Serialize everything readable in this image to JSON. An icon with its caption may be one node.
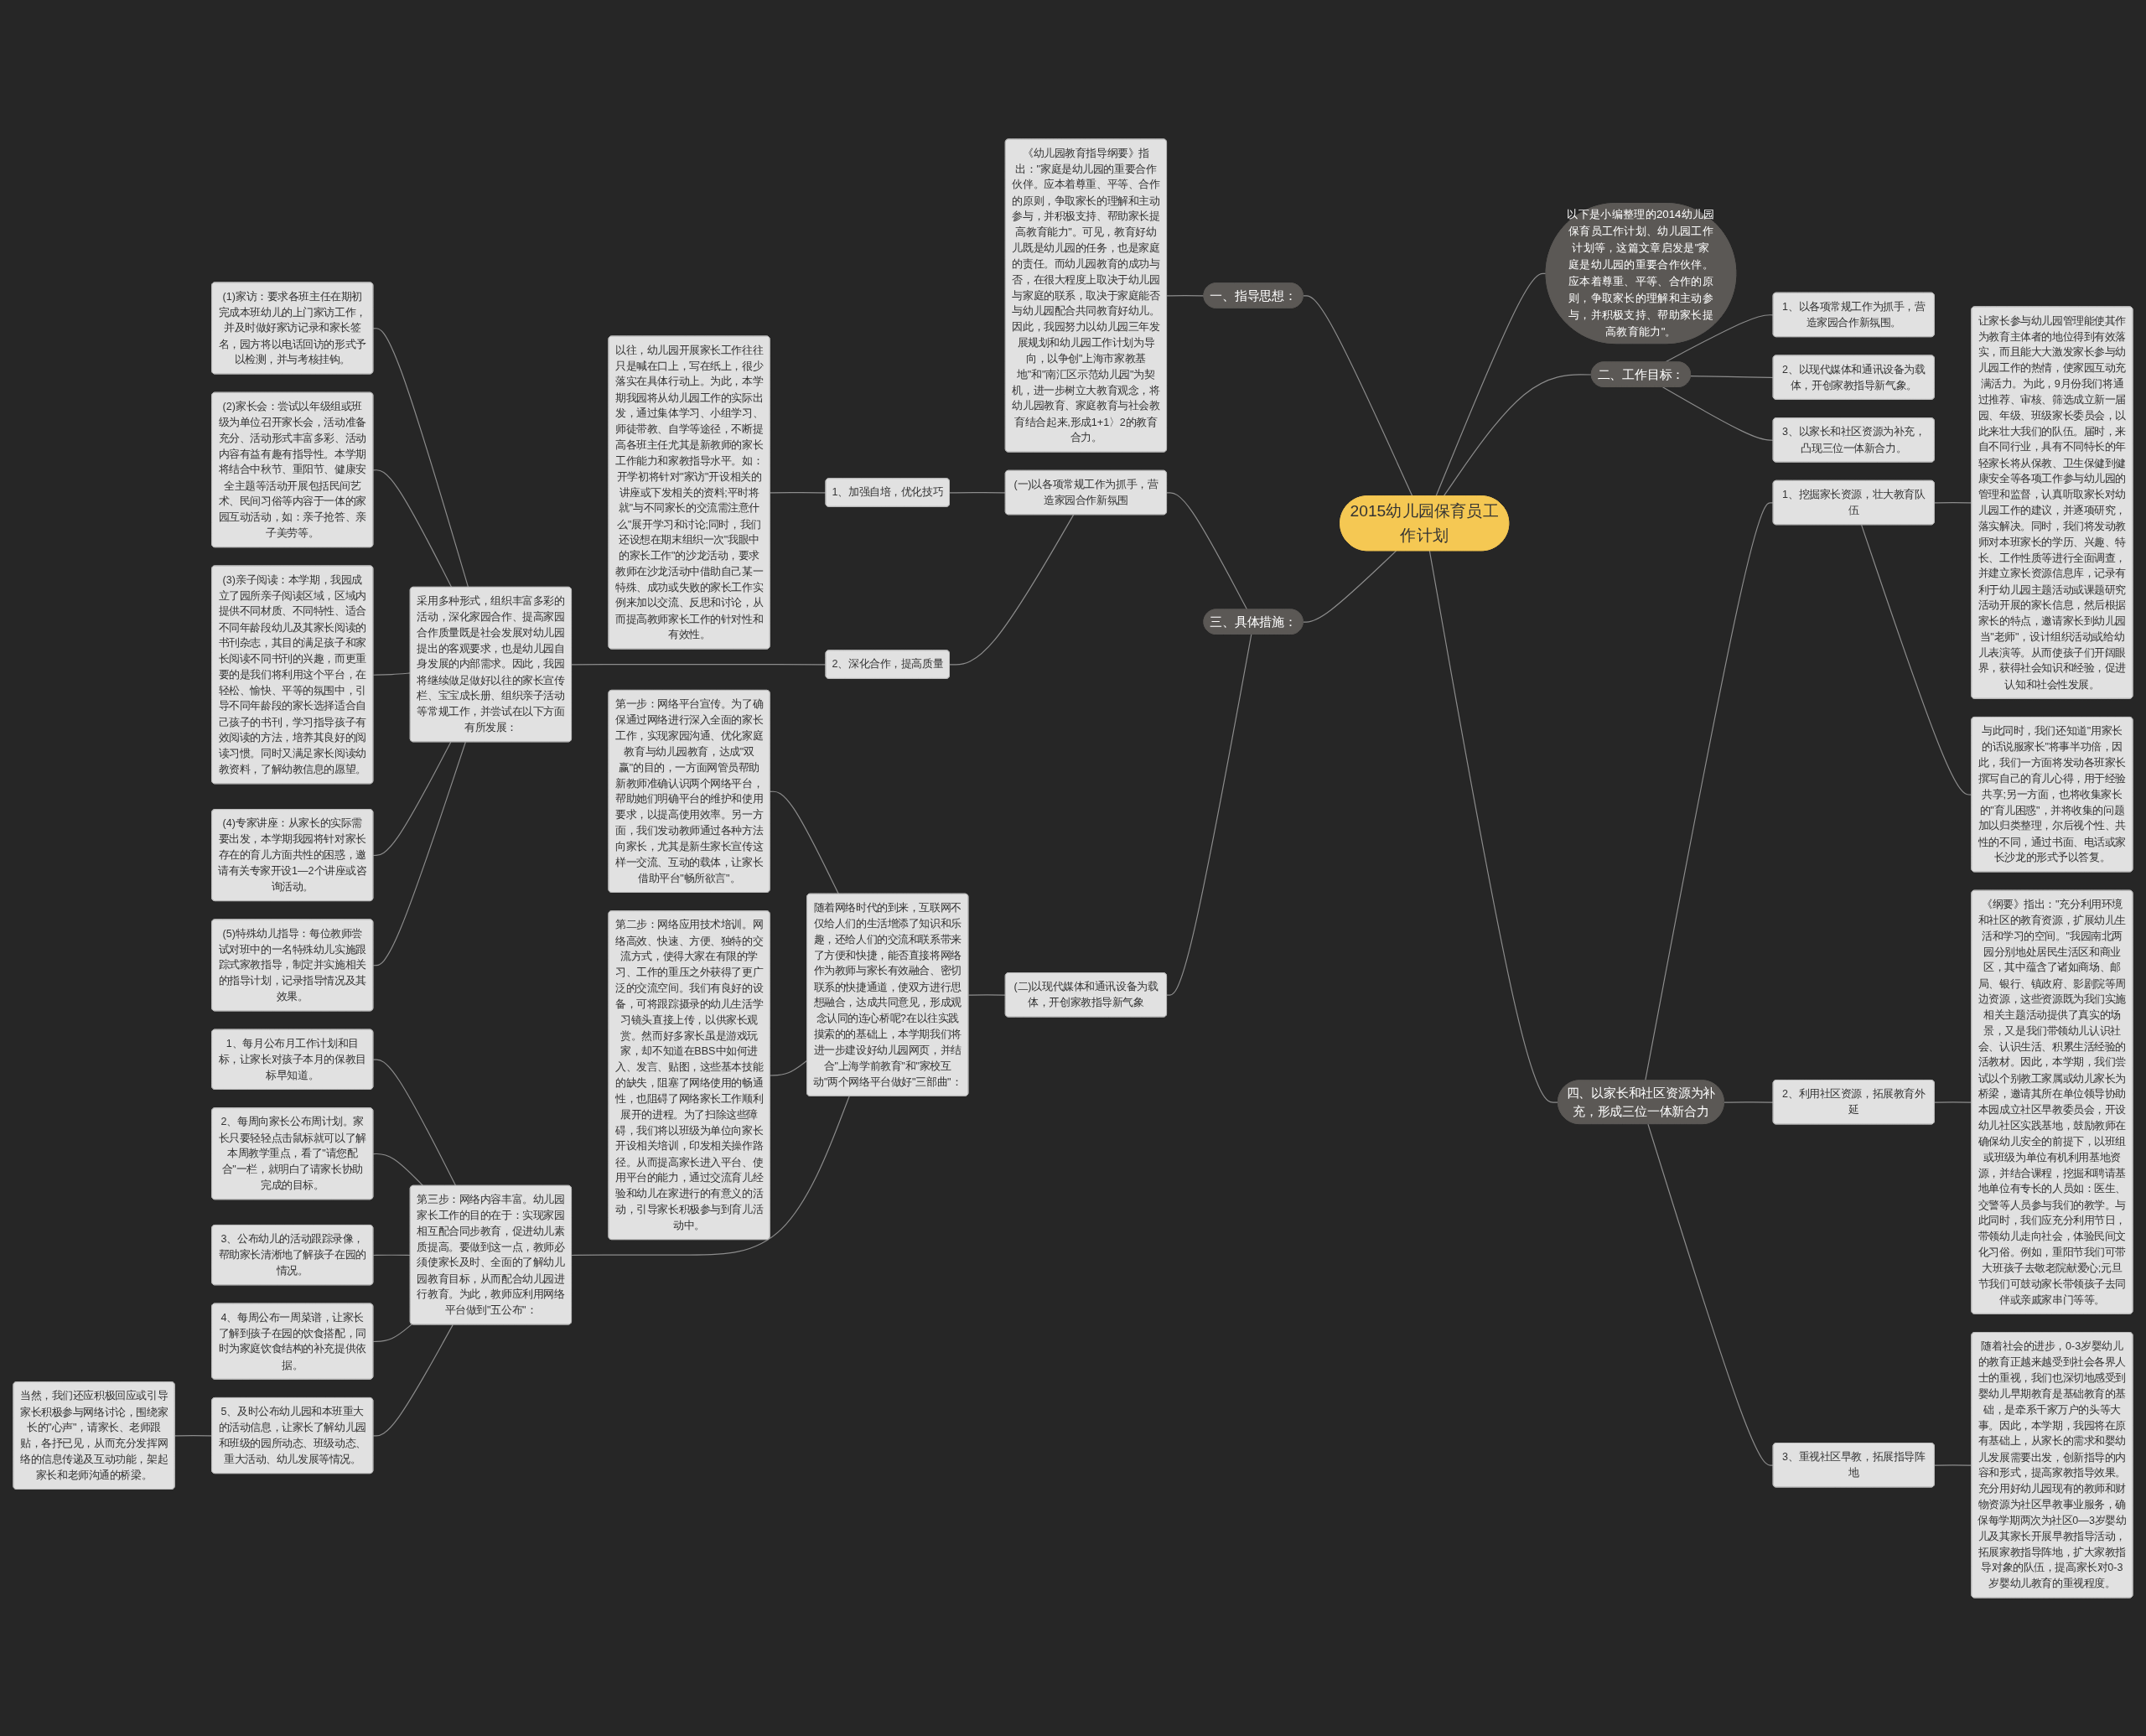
{
  "diagram": {
    "nodes": [
      {
        "text": [
          "2015幼儿园保育员工作计划"
        ]
      },
      {
        "text": [
          "一、指导思想："
        ]
      },
      {
        "text": [
          "《幼儿园教育指导纲要》指出：\"家庭是幼儿园的重要合作伙伴。应本着尊重、平等、合作的原则，争取家长的理解和主动参与，并积极支持、帮助家长提高教育能力\"。可见，教育好幼儿既是幼儿园的任务，也是家庭的责任。而幼儿园教育的成功与否，在很大程度上取决于幼儿园与家庭的联系，取决于家庭能否与幼儿园配合共同教育好幼儿。因此，我园努力以幼儿园三年发展规划和幼儿园工作计划为导向，以争创\"上海市家教基地\"和\"南汇区示范幼儿园\"为契机，进一步树立大教育观念，将幼儿园教育、家庭教育与社会教育结合起来,形成1+1〉2的教育合力。"
        ]
      },
      {
        "text": [
          "以下是小编整理的2014幼儿园保育员工作计划、幼儿园工作计划等，这篇文章启发是\"家庭是幼儿园的重要合作伙伴。应本着尊重、平等、合作的原则，争取家长的理解和主动参与，并积极支持、帮助家长提高教育能力\"。"
        ]
      },
      {
        "text": [
          "二、工作目标："
        ]
      },
      {
        "text": [
          "1、以各项常规工作为抓手，营造家园合作新氛围。"
        ]
      },
      {
        "text": [
          "2、以现代媒体和通讯设备为载体，开创家教指导新气象。"
        ]
      },
      {
        "text": [
          "3、以家长和社区资源为补充，凸现三位一体新合力。"
        ]
      },
      {
        "text": [
          "三、具体措施："
        ]
      },
      {
        "text": [
          "(一)以各项常规工作为抓手，营造家园合作新氛围"
        ]
      },
      {
        "text": [
          "1、加强自培，优化技巧"
        ]
      },
      {
        "text": [
          "以往，幼儿园开展家长工作往往只是喊在口上，写在纸上，很少落实在具体行动上。为此，本学期我园将从幼儿园工作的实际出发，通过集体学习、小组学习、师徒带教、自学等途径，不断提高各班主任尤其是新教师的家长工作能力和家教指导水平。如：开学初将针对\"家访\"开设相关的讲座或下发相关的资料;平时将就\"与不同家长的交流需注意什么\"展开学习和讨论;同时，我们还设想在期末组织一次\"我眼中的家长工作\"的沙龙活动，要求教师在沙龙活动中借助自己某一特殊、成功或失败的家长工作实例来加以交流、反思和讨论，从而提高教师家长工作的针对性和有效性。"
        ]
      },
      {
        "text": [
          "2、深化合作，提高质量"
        ]
      },
      {
        "text": [
          "采用多种形式，组织丰富多彩的活动，深化家园合作、提高家园合作质量既是社会发展对幼儿园提出的客观要求，也是幼儿园自身发展的内部需求。因此，我园将继续做足做好以往的家长宣传栏、宝宝成长册、组织亲子活动等常规工作，并尝试在以下方面有所发展："
        ]
      },
      {
        "text": [
          "(1)家访：要求各班主任在期初完成本班幼儿的上门家访工作，并及时做好家访记录和家长签名，园方将以电话回访的形式予以检测，并与考核挂钩。"
        ]
      },
      {
        "text": [
          "(2)家长会：尝试以年级组或班级为单位召开家长会，活动准备充分、活动形式丰富多彩、活动内容有益有趣有指导性。本学期将结合中秋节、重阳节、健康安全主题等活动开展包括民间艺术、民间习俗等内容于一体的家园互动活动，如：亲子抢答、亲子美劳等。"
        ]
      },
      {
        "text": [
          "(3)亲子阅读：本学期，我园成立了园所亲子阅读区域，区域内提供不同材质、不同特性、适合不同年龄段幼儿及其家长阅读的书刊杂志，其目的满足孩子和家长阅读不同书刊的兴趣，而更重要的是我们将利用这个平台，在轻松、愉快、平等的氛围中，引导不同年龄段的家长选择适合自己孩子的书刊，学习指导孩子有效阅读的方法，培养其良好的阅读习惯。同时又满足家长阅读幼教资料，了解幼教信息的愿望。"
        ]
      },
      {
        "text": [
          "(4)专家讲座：从家长的实际需要出发，本学期我园将针对家长存在的育儿方面共性的困惑，邀请有关专家开设1—2个讲座或咨询活动。"
        ]
      },
      {
        "text": [
          "(5)特殊幼儿指导：每位教师尝试对班中的一名特殊幼儿实施跟踪式家教指导，制定并实施相关的指导计划，记录指导情况及其效果。"
        ]
      },
      {
        "text": [
          "(二)以现代媒体和通讯设备为载体，开创家教指导新气象"
        ]
      },
      {
        "text": [
          "随着网络时代的到来，互联网不仅给人们的生活增添了知识和乐趣，还给人们的交流和联系带来了方便和快捷，能否直接将网络作为教师与家长有效融合、密切联系的快捷通道，使双方进行思想融合，达成共同意见，形成观念认同的连心桥呢?在以往实践摸索的的基础上，本学期我们将进一步建设好幼儿园网页，并结合\"上海学前教育\"和\"家校互动\"两个网络平台做好\"三部曲\"："
        ]
      },
      {
        "text": [
          "第一步：网络平台宣传。为了确保通过网络进行深入全面的家长工作，实现家园沟通、优化家庭教育与幼儿园教育，达成\"双赢\"的目的，一方面网管员帮助新教师准确认识两个网络平台，帮助她们明确平台的维护和使用要求，以提高使用效率。另一方面，我们发动教师通过各种方法向家长，尤其是新生家长宣传这样一交流、互动的载体，让家长借助平台\"畅所欲言\"。"
        ]
      },
      {
        "text": [
          "第二步：网络应用技术培训。网络高效、快速、方便、独特的交流方式，使得大家在有限的学习、工作的重压之外获得了更广泛的交流空间。我们有良好的设备，可将跟踪摄录的幼儿生活学习镜头直接上传，以供家长观赏。然而好多家长虽是游戏玩家，却不知道在BBS中如何进入、发言、贴图，这些基本技能的缺失，阻塞了网络使用的畅通性，也阻碍了网络家长工作顺利展开的进程。为了扫除这些障碍，我们将以班级为单位向家长开设相关培训，印发相关操作路径。从而提高家长进入平台、使用平台的能力，通过交流育儿经验和幼儿在家进行的有意义的活动，引导家长积极参与到育儿活动中。"
        ]
      },
      {
        "text": [
          "第三步：网络内容丰富。幼儿园家长工作的目的在于：实现家园相互配合同步教育，促进幼儿素质提高。要做到这一点，教师必须使家长及时、全面的了解幼儿园教育目标，从而配合幼儿园进行教育。为此，教师应利用网络平台做到\"五公布\"："
        ]
      },
      {
        "text": [
          "1、每月公布月工作计划和目标，让家长对孩子本月的保教目标早知道。"
        ]
      },
      {
        "text": [
          "2、每周向家长公布周计划。家长只要轻轻点击鼠标就可以了解本周教学重点，看了\"请您配合\"一栏，就明白了请家长协助完成的目标。"
        ]
      },
      {
        "text": [
          "3、公布幼儿的活动跟踪录像，帮助家长清淅地了解孩子在园的情况。"
        ]
      },
      {
        "text": [
          "4、每周公布一周菜谱，让家长了解到孩子在园的饮食搭配，同时为家庭饮食结构的补充提供依据。"
        ]
      },
      {
        "text": [
          "5、及时公布幼儿园和本班重大的活动信息，让家长了解幼儿园和班级的园所动态、班级动态、重大活动、幼儿发展等情况。"
        ]
      },
      {
        "text": [
          "当然，我们还应积极回应或引导家长积极参与网络讨论，围绕家长的\"心声\"，请家长、老师跟贴，各抒已见，从而充分发挥网络的信息传递及互动功能，架起家长和老师沟通的桥梁。"
        ]
      },
      {
        "text": [
          "四、以家长和社区资源为补充，形成三位一体新合力"
        ]
      },
      {
        "text": [
          "1、挖掘家长资源，壮大教育队伍"
        ]
      },
      {
        "text": [
          "让家长参与幼儿园管理能使其作为教育主体者的地位得到有效落实，而且能大大激发家长参与幼儿园工作的热情，使家园互动充满活力。为此，9月份我们将通过推荐、审核、筛选成立新一届园、年级、班级家长委员会，以此来壮大我们的队伍。届时，来自不同行业，具有不同特长的年轻家长将从保教、卫生保健到健康安全等各项工作参与幼儿园的管理和监督，认真听取家长对幼儿园工作的建议，并逐项研究，落实解决。同时，我们将发动教师对本班家长的学历、兴趣、特长、工作性质等进行全面调查，并建立家长资源信息库，记录有利于幼儿园主题活动或课题研究活动开展的家长信息，然后根据家长的特点，邀请家长到幼儿园当\"老师\"，设计组织活动或给幼儿表演等。从而使孩子们开阔眼界，获得社会知识和经验，促进认知和社会性发展。"
        ]
      },
      {
        "text": [
          "与此同时，我们还知道\"用家长的话说服家长\"将事半功倍，因此，我们一方面将发动各班家长撰写自己的育儿心得，用于经验共享;另一方面，也将收集家长的\"育儿困惑\"，并将收集的问题加以归类整理，尔后视个性、共性的不同，通过书面、电话或家长沙龙的形式予以答复。"
        ]
      },
      {
        "text": [
          "2、利用社区资源，拓展教育外延"
        ]
      },
      {
        "text": [
          "《纲要》指出：\"充分利用环境和社区的教育资源，扩展幼儿生活和学习的空间。\"我园南北两园分别地处居民生活区和商业区，其中蕴含了诸如商场、邮局、银行、镇政府、影剧院等周边资源，这些资源既为我们实施相关主题活动提供了真实的场景，又是我们带领幼儿认识社会、认识生活、积累生活经验的活教材。因此，本学期，我们尝试以个别教工家属或幼儿家长为桥梁，邀请其所在单位领导协助本园成立社区早教委员会，开设幼儿社区实践基地，鼓励教师在确保幼儿安全的前提下，以班组或班级为单位有机利用基地资源，并结合课程，挖掘和聘请基地单位有专长的人员如：医生、交警等人员参与我们的教学。与此同时，我们应充分利用节日，带领幼儿走向社会，体验民间文化习俗。例如，重阳节我们可带大班孩子去敬老院献爱心;元旦节我们可鼓动家长带领孩子去同伴或亲戚家串门等等。"
        ]
      },
      {
        "text": [
          "3、重视社区早教，拓展指导阵地"
        ]
      },
      {
        "text": [
          "随着社会的进步，0-3岁婴幼儿的教育正越来越受到社会各界人士的重视，我们也深切地感受到婴幼儿早期教育是基础教育的基础，是牵系千家万户的头等大事。因此，本学期，我园将在原有基础上，从家长的需求和婴幼儿发展需要出发，创新指导的内容和形式，提高家教指导效果。充分用好幼儿园现有的教师和财物资源为社区早教事业服务，确保每学期两次为社区0—3岁婴幼儿及其家长开展早教指导活动，拓展家教指导阵地，扩大家教指导对象的队伍，提高家长对0-3岁婴幼儿教育的重视程度。"
        ]
      }
    ],
    "edges": [
      {
        "from": 0,
        "to": 1,
        "arrow": "none"
      },
      {
        "from": 1,
        "to": 2,
        "arrow": "none"
      },
      {
        "from": 0,
        "to": 3,
        "arrow": "none"
      },
      {
        "from": 0,
        "to": 4,
        "arrow": "none"
      },
      {
        "from": 4,
        "to": 5,
        "arrow": "none"
      },
      {
        "from": 4,
        "to": 6,
        "arrow": "none"
      },
      {
        "from": 4,
        "to": 7,
        "arrow": "none"
      },
      {
        "from": 0,
        "to": 8,
        "arrow": "none"
      },
      {
        "from": 8,
        "to": 9,
        "arrow": "none"
      },
      {
        "from": 9,
        "to": 10,
        "arrow": "none"
      },
      {
        "from": 10,
        "to": 11,
        "arrow": "none"
      },
      {
        "from": 9,
        "to": 12,
        "arrow": "none"
      },
      {
        "from": 12,
        "to": 13,
        "arrow": "none"
      },
      {
        "from": 13,
        "to": 14,
        "arrow": "none"
      },
      {
        "from": 13,
        "to": 15,
        "arrow": "none"
      },
      {
        "from": 13,
        "to": 16,
        "arrow": "none"
      },
      {
        "from": 13,
        "to": 17,
        "arrow": "none"
      },
      {
        "from": 13,
        "to": 18,
        "arrow": "none"
      },
      {
        "from": 8,
        "to": 19,
        "arrow": "none"
      },
      {
        "from": 19,
        "to": 20,
        "arrow": "none"
      },
      {
        "from": 20,
        "to": 21,
        "arrow": "none"
      },
      {
        "from": 20,
        "to": 22,
        "arrow": "none"
      },
      {
        "from": 20,
        "to": 23,
        "arrow": "none"
      },
      {
        "from": 23,
        "to": 24,
        "arrow": "none"
      },
      {
        "from": 23,
        "to": 25,
        "arrow": "none"
      },
      {
        "from": 23,
        "to": 26,
        "arrow": "none"
      },
      {
        "from": 23,
        "to": 27,
        "arrow": "none"
      },
      {
        "from": 23,
        "to": 28,
        "arrow": "none"
      },
      {
        "from": 28,
        "to": 29,
        "arrow": "none"
      },
      {
        "from": 0,
        "to": 30,
        "arrow": "none"
      },
      {
        "from": 30,
        "to": 31,
        "arrow": "none"
      },
      {
        "from": 31,
        "to": 32,
        "arrow": "none"
      },
      {
        "from": 31,
        "to": 33,
        "arrow": "none"
      },
      {
        "from": 30,
        "to": 34,
        "arrow": "none"
      },
      {
        "from": 34,
        "to": 35,
        "arrow": "none"
      },
      {
        "from": 30,
        "to": 36,
        "arrow": "none"
      },
      {
        "from": 36,
        "to": 37,
        "arrow": "none"
      }
    ]
  }
}
